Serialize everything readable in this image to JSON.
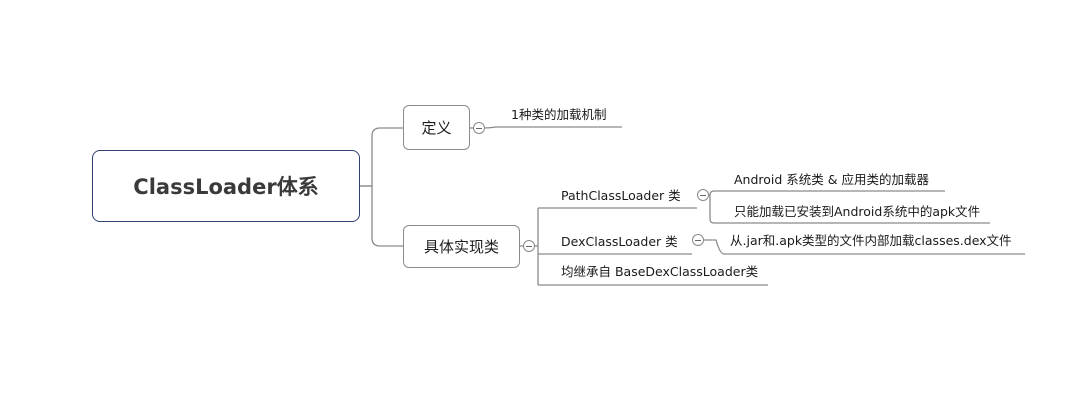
{
  "root": {
    "label": "ClassLoader体系"
  },
  "branches": {
    "definition": {
      "label": "定义",
      "children": [
        "1种类的加载机制"
      ]
    },
    "implementation": {
      "label": "具体实现类",
      "path_class_loader": {
        "label": "PathClassLoader 类",
        "children": [
          "Android 系统类 & 应用类的加载器",
          "只能加载已安装到Android系统中的apk文件"
        ]
      },
      "dex_class_loader": {
        "label": "DexClassLoader 类",
        "children": [
          "从.jar和.apk类型的文件内部加载classes.dex文件"
        ]
      },
      "common_parent": {
        "label": "均继承自 BaseDexClassLoader类"
      }
    }
  },
  "colors": {
    "root_border": "#2f3f72",
    "edge": "#8a8a8a",
    "box_border": "#8c8c8c"
  }
}
